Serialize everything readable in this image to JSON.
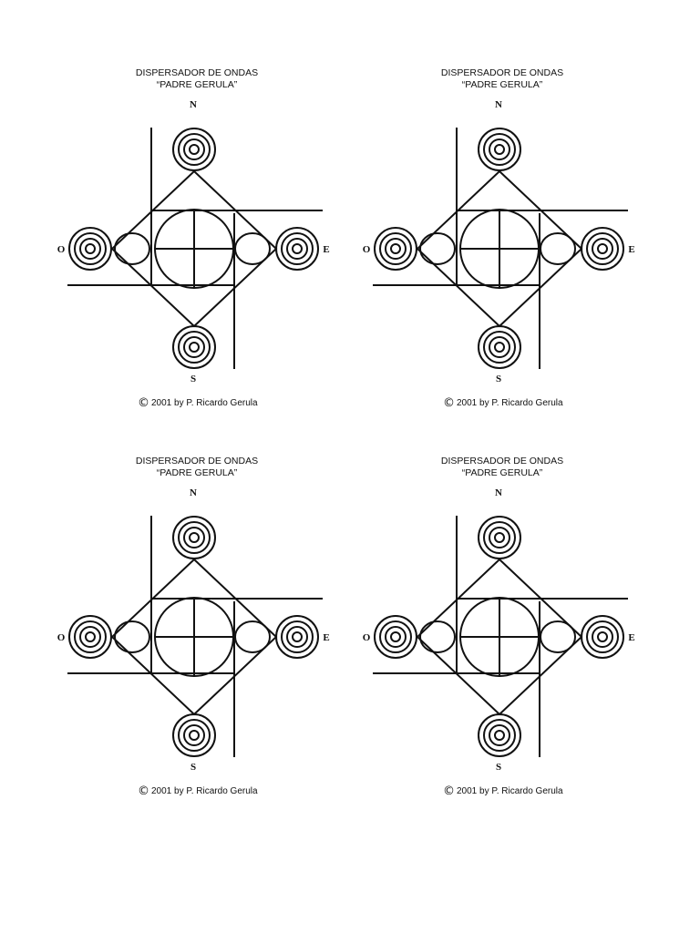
{
  "diagram": {
    "title_line1": "DISPERSADOR DE ONDAS",
    "title_line2": "“PADRE GERULA”",
    "directions": {
      "north": "N",
      "south": "S",
      "east": "E",
      "west": "O"
    },
    "copyright_symbol": "©",
    "copyright_text": "2001 by P. Ricardo Gerula"
  },
  "panels": [
    {
      "id": "top-left"
    },
    {
      "id": "top-right"
    },
    {
      "id": "bottom-left"
    },
    {
      "id": "bottom-right"
    }
  ]
}
